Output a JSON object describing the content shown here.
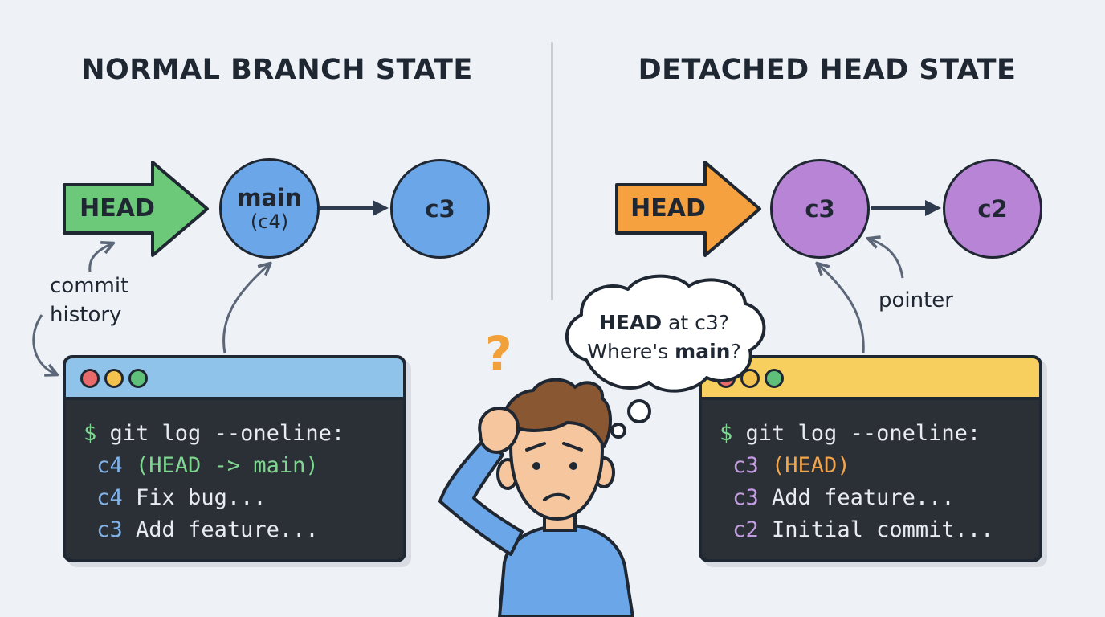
{
  "left_panel": {
    "title": "NORMAL BRANCH STATE",
    "head_label": "HEAD",
    "node_main_label": "main",
    "node_main_sub": "(c4)",
    "node_c3_label": "c3",
    "annotation_line1": "commit",
    "annotation_line2": "history",
    "terminal_lines": [
      {
        "prompt": "$",
        "text": " git log --oneline:"
      },
      {
        "hash": "c4",
        "text": " (HEAD -> main)"
      },
      {
        "hash": "c4",
        "text": " Fix bug..."
      },
      {
        "hash": "c3",
        "text": " Add feature..."
      }
    ]
  },
  "right_panel": {
    "title": "DETACHED HEAD STATE",
    "head_label": "HEAD",
    "node_c3_label": "c3",
    "node_c2_label": "c2",
    "annotation": "pointer",
    "terminal_lines": [
      {
        "prompt": "$",
        "text": " git log --oneline:"
      },
      {
        "hash": "c3",
        "text": " (HEAD)"
      },
      {
        "hash": "c3",
        "text": " Add feature..."
      },
      {
        "hash": "c2",
        "text": " Initial commit..."
      }
    ]
  },
  "thought_bubble": {
    "line1_bold": "HEAD",
    "line1_rest": " at c3?",
    "line2_start": "Where's ",
    "line2_bold": "main",
    "line2_end": "?"
  },
  "question_mark": "?",
  "colors": {
    "background": "#eef1f5",
    "outline": "#1f2733",
    "head_green": "#6cc97a",
    "head_orange": "#f5a13f",
    "node_blue": "#6aa6e8",
    "node_purple": "#b884d6",
    "term_bar_blue": "#8fc3ea",
    "term_bar_yellow": "#f6cf5e",
    "shirt_blue": "#6aa6e8",
    "skin": "#f6c79e",
    "hair": "#8a5733"
  }
}
